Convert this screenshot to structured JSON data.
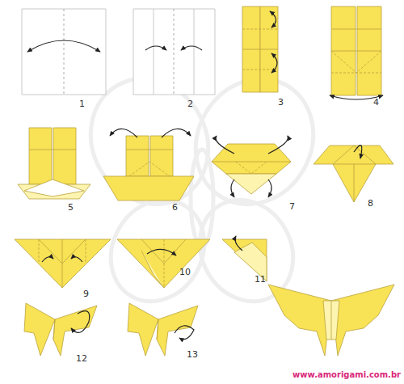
{
  "diagram": {
    "labels": [
      "1",
      "2",
      "3",
      "4",
      "5",
      "6",
      "7",
      "8",
      "9",
      "10",
      "11",
      "12",
      "13",
      "www.amorigami.com.br"
    ]
  }
}
